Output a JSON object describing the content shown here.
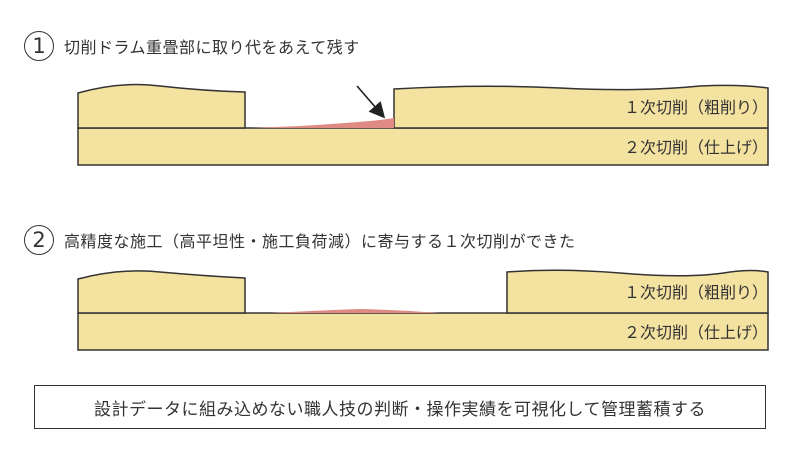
{
  "steps": [
    {
      "number": "1",
      "title": "切削ドラム重畳部に取り代をあえて残す",
      "layer1_label": "１次切削（粗削り）",
      "layer2_label": "２次切削（仕上げ）"
    },
    {
      "number": "2",
      "title": "高精度な施工（高平坦性・施工負荷減）に寄与する１次切削ができた",
      "layer1_label": "１次切削（粗削り）",
      "layer2_label": "２次切削（仕上げ）"
    }
  ],
  "summary": "設計データに組み込めない職人技の判断・操作実績を可視化して管理蓄積する",
  "colors": {
    "layer_fill": "#f3e2a0",
    "outline": "#333333",
    "residue": "#e08a84"
  }
}
